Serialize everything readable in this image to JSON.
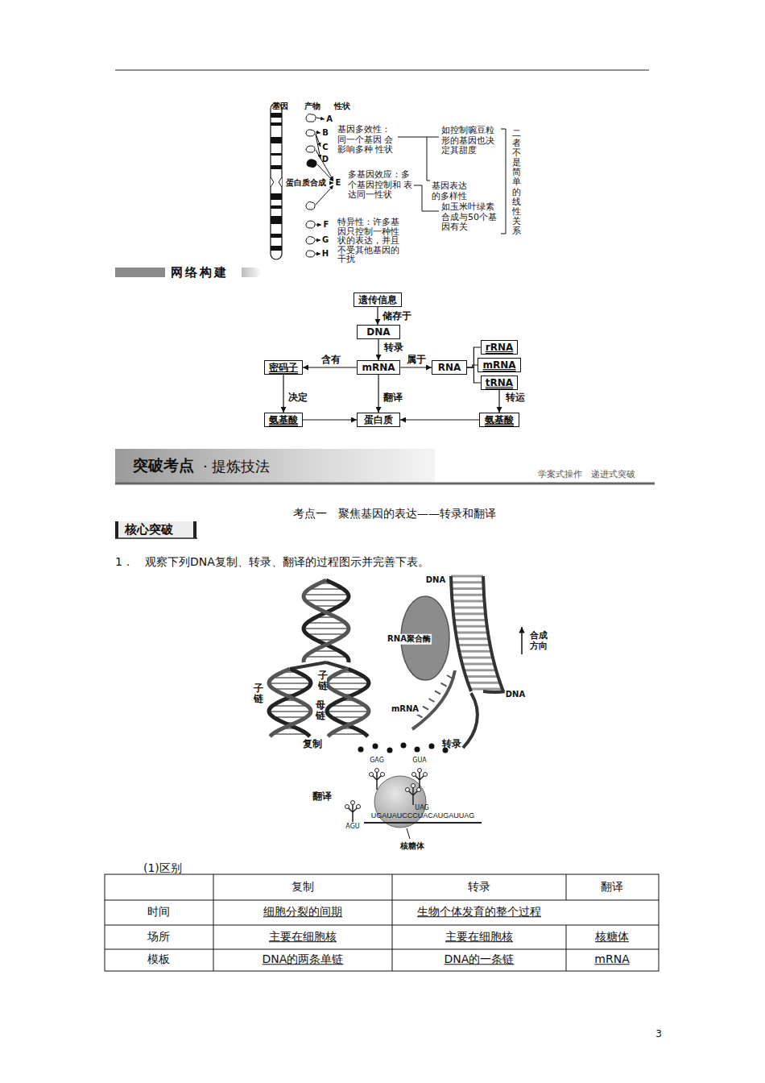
{
  "diagram": {
    "nodes": [
      {
        "text": [
          "遗传信息"
        ]
      },
      {
        "text": [
          "DNA"
        ]
      },
      {
        "text": [
          "密码子"
        ]
      },
      {
        "text": [
          "mRNA"
        ]
      },
      {
        "text": [
          "RNA"
        ]
      },
      {
        "text": [
          "rRNA"
        ]
      },
      {
        "text": [
          "mRNA"
        ]
      },
      {
        "text": [
          "tRNA"
        ]
      },
      {
        "text": [
          "氨基酸"
        ]
      },
      {
        "text": [
          "蛋白质"
        ]
      },
      {
        "text": [
          "氨基酸"
        ]
      }
    ],
    "edges": [
      {
        "from": 0,
        "to": 1,
        "label": "储存于",
        "arrow": "to"
      },
      {
        "from": 1,
        "to": 3,
        "label": "转录",
        "arrow": "to"
      },
      {
        "from": 3,
        "to": 2,
        "label": "含有",
        "arrow": "to"
      },
      {
        "from": 3,
        "to": 4,
        "label": "属于",
        "arrow": "to"
      },
      {
        "from": 4,
        "to": 5,
        "arrow": "none"
      },
      {
        "from": 4,
        "to": 6,
        "arrow": "none"
      },
      {
        "from": 4,
        "to": 7,
        "arrow": "none"
      },
      {
        "from": 2,
        "to": 8,
        "label": "决定",
        "arrow": "to"
      },
      {
        "from": 3,
        "to": 9,
        "label": "翻译",
        "arrow": "to"
      },
      {
        "from": 7,
        "to": 10,
        "label": "转运",
        "arrow": "to"
      },
      {
        "from": 8,
        "to": 9,
        "arrow": "to"
      },
      {
        "from": 10,
        "to": 9,
        "arrow": "to"
      }
    ],
    "labels": [
      "基因",
      "产物",
      "性状",
      "A",
      "B",
      "C",
      "D",
      "蛋白质合成",
      "E",
      "F",
      "G",
      "H",
      "基因多效性： 同一个基因 会影响多种 性状",
      "多基因效应：多 个基因控制和 表达同一性状",
      "特异性：许多基 因只控制一种性 状的表达，并且 不受其他基因的 干扰",
      "如控制豌豆粒 形的基因也决 定其甜度",
      "基因表达 的多样性",
      "如玉米叶绿素 合成与50个基 因有关",
      "二者不是简单的线性关系",
      "网络构建",
      "突破考点",
      "· 提炼技法",
      "学案式操作　递进式突破",
      "考点一　聚焦基因的表达——转录和翻译",
      "核心突破",
      "1．　观察下列DNA复制、转录、翻译的过程图示并完善下表。",
      "DNA",
      "子链",
      "子链",
      "母链",
      "复制",
      "RNA聚合酶",
      "合成 方向",
      "DNA",
      "mRNA",
      "转录",
      "翻译",
      "GAG",
      "GUA",
      "AGU",
      "UAG",
      "UGAUAUCCCUACAUGAUUAG",
      "核糖体",
      "(1)区别",
      "复制",
      "转录",
      "翻译",
      "时间",
      "细胞分裂的间期",
      "生物个体发育的整个过程",
      "场所",
      "主要在细胞核",
      "主要在细胞核",
      "核糖体",
      "模板",
      "DNA的两条单链",
      "DNA的一条链",
      "mRNA",
      "3"
    ]
  }
}
